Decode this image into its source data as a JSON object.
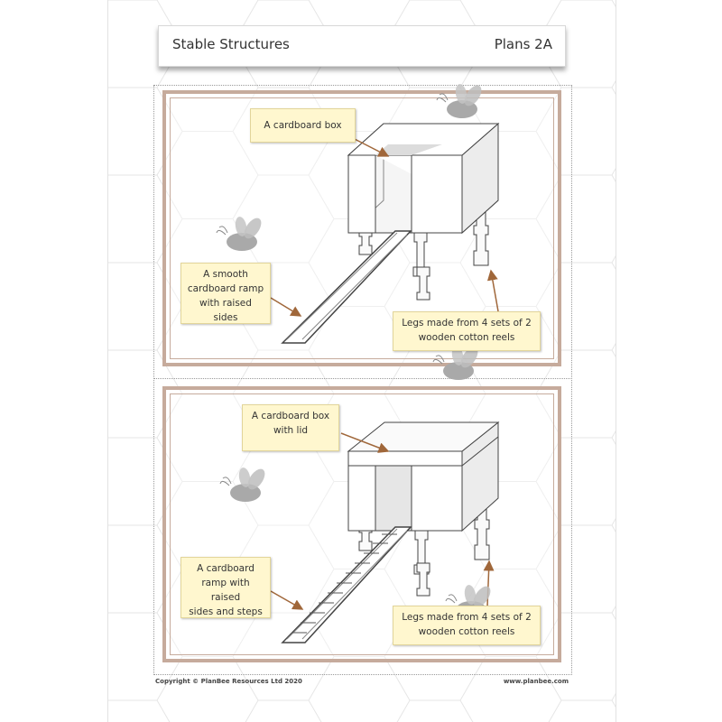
{
  "header": {
    "title": "Stable Structures",
    "code": "Plans 2A"
  },
  "plans": [
    {
      "labels": {
        "box": "A cardboard box",
        "ramp": "A smooth\ncardboard ramp\nwith raised sides",
        "legs": "Legs made from 4 sets of 2\nwooden cotton reels"
      }
    },
    {
      "labels": {
        "box": "A cardboard box\nwith lid",
        "ramp": "A cardboard\nramp with raised\nsides and steps",
        "legs": "Legs made from 4 sets of 2\nwooden cotton reels"
      }
    }
  ],
  "footer": {
    "copyright": "Copyright © PlanBee Resources Ltd 2020",
    "website": "www.planbee.com"
  },
  "colors": {
    "panel_border": "#c6ab9c",
    "label_bg": "#fff7cf",
    "bee": "#a9a9a9"
  },
  "icons": [
    "bee-icon"
  ]
}
